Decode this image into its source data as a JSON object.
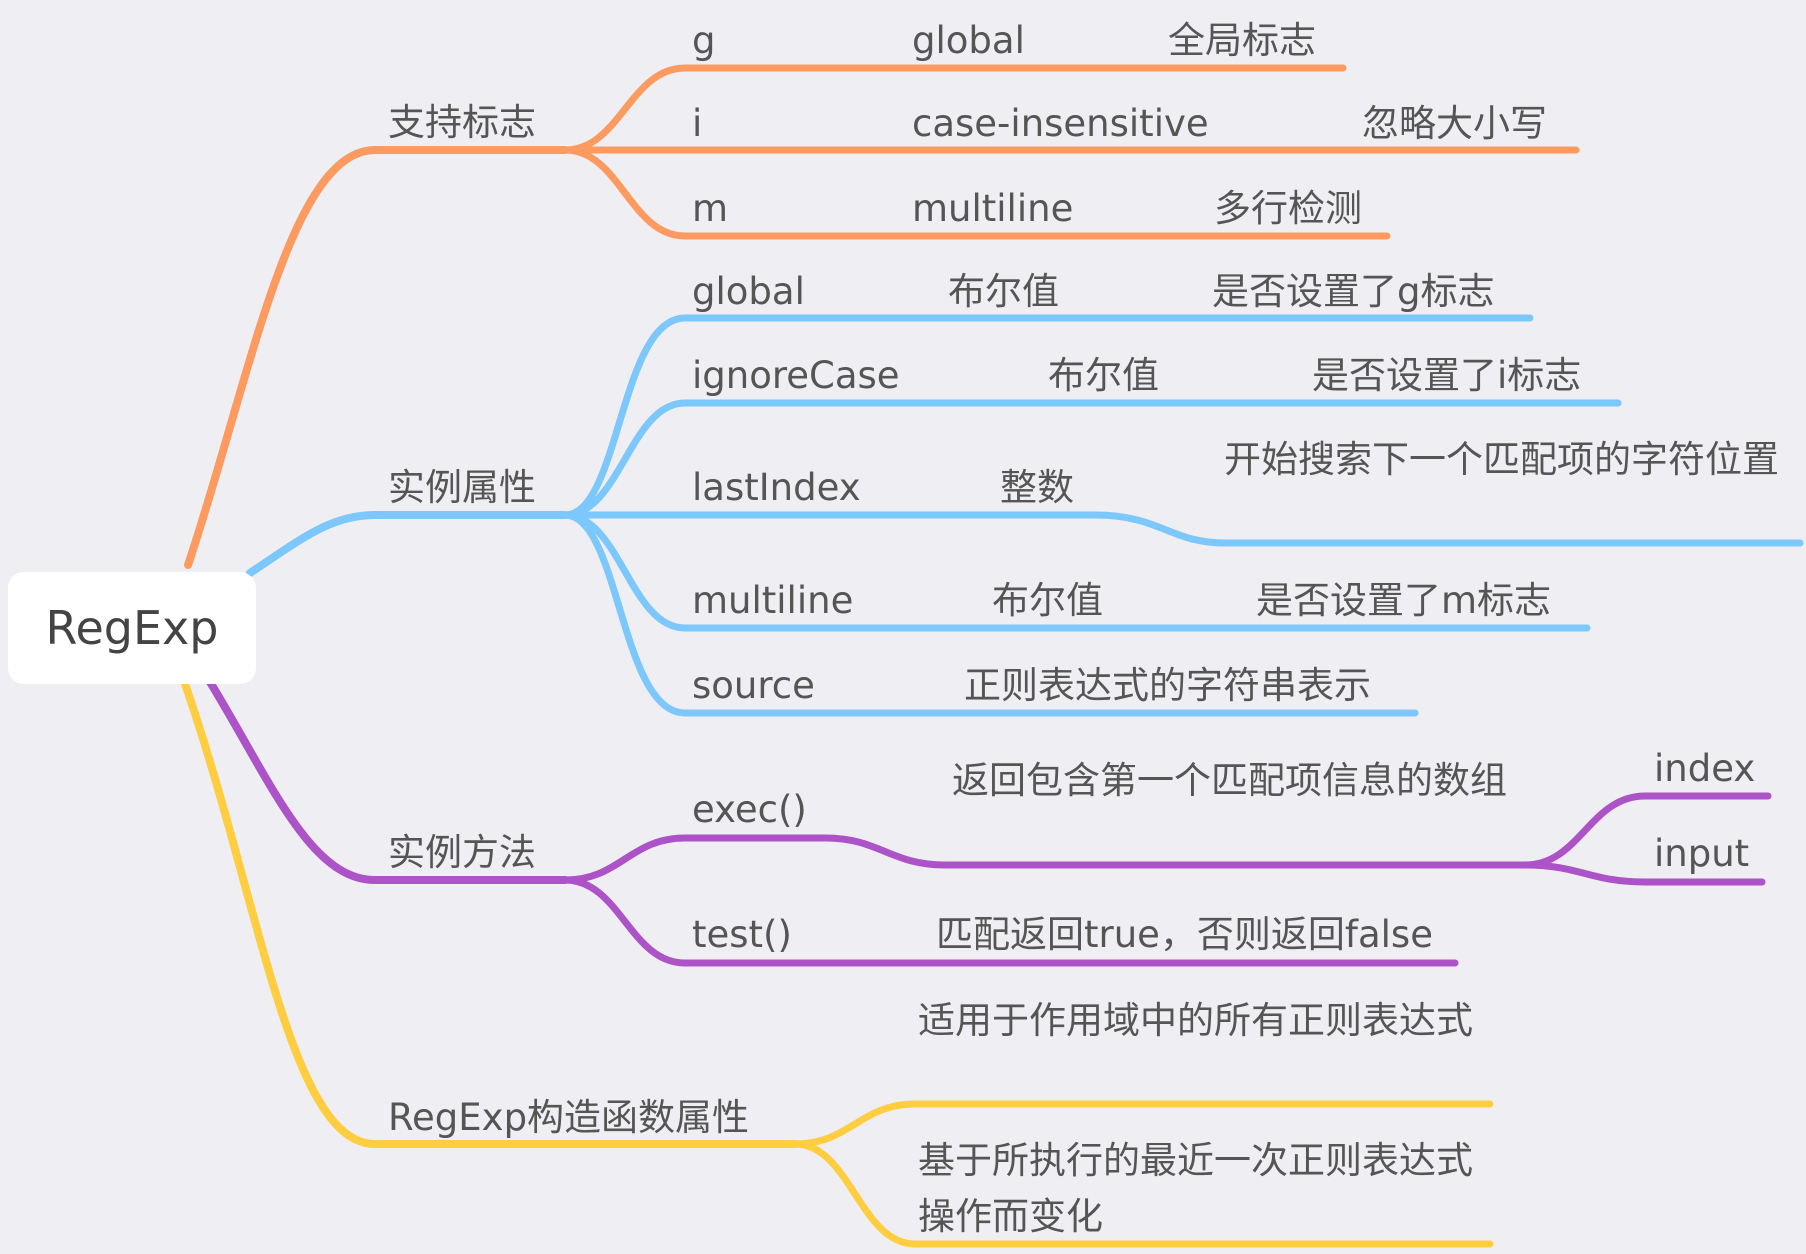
{
  "colors": {
    "flags": "#fd9a5f",
    "props": "#7cc7fb",
    "methods": "#ad53c8",
    "ctor": "#fecd40",
    "background": "#efeef3",
    "root_fill": "#ffffff"
  },
  "root": "RegExp",
  "branches": [
    {
      "label": "支持标志",
      "items": [
        {
          "name": "g",
          "detail": "global",
          "note": "全局标志"
        },
        {
          "name": "i",
          "detail": "case-insensitive",
          "note": "忽略大小写"
        },
        {
          "name": "m",
          "detail": "multiline",
          "note": "多行检测"
        }
      ]
    },
    {
      "label": "实例属性",
      "items": [
        {
          "name": "global",
          "detail": "布尔值",
          "note": "是否设置了g标志"
        },
        {
          "name": "ignoreCase",
          "detail": "布尔值",
          "note": "是否设置了i标志"
        },
        {
          "name": "lastIndex",
          "detail": "整数",
          "note": "开始搜索下一个匹配项的字符位置"
        },
        {
          "name": "multiline",
          "detail": "布尔值",
          "note": "是否设置了m标志"
        },
        {
          "name": "source",
          "detail": "正则表达式的字符串表示"
        }
      ]
    },
    {
      "label": "实例方法",
      "items": [
        {
          "name": "exec()",
          "detail": "返回包含第一个匹配项信息的数组",
          "children": [
            "index",
            "input"
          ]
        },
        {
          "name": "test()",
          "detail": "匹配返回true，否则返回false"
        }
      ]
    },
    {
      "label": "RegExp构造函数属性",
      "items": [
        {
          "text": "适用于作用域中的所有正则表达式"
        },
        {
          "text": "基于所执行的最近一次正则表达式操作而变化"
        }
      ]
    }
  ]
}
